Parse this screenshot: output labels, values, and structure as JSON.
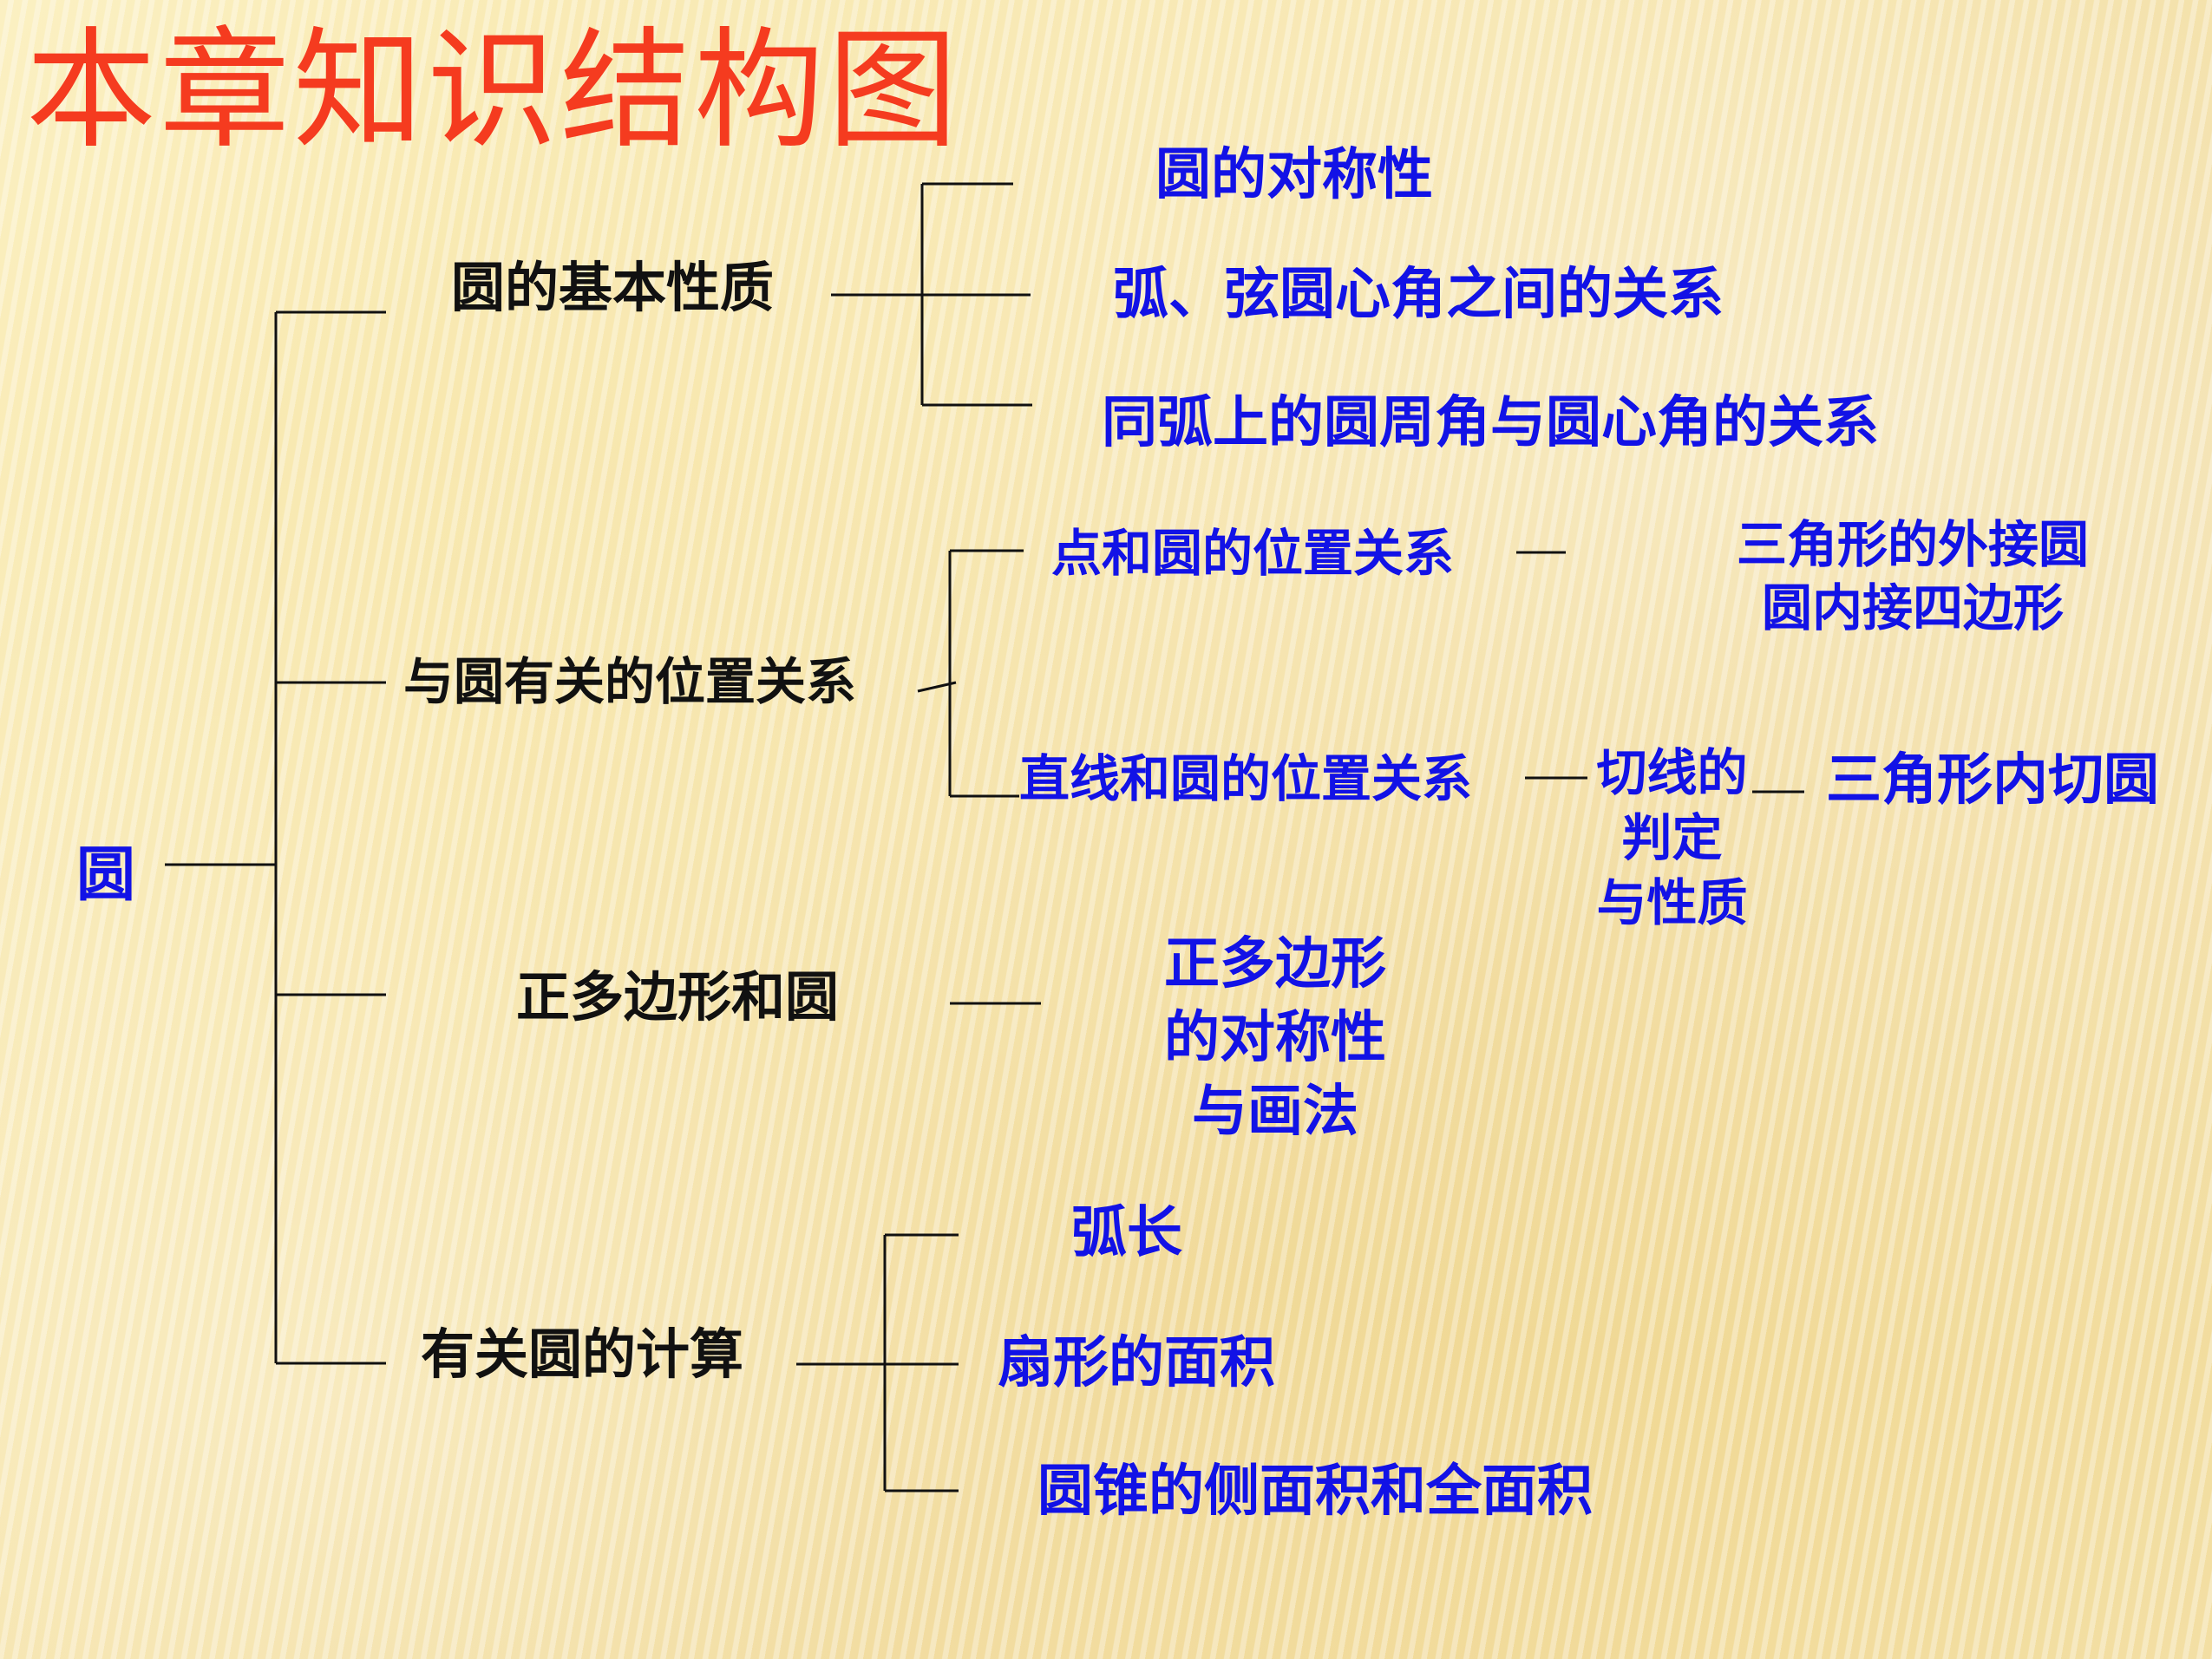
{
  "title": "本章知识结构图",
  "root": "圆",
  "basic": {
    "label": "圆的基本性质",
    "items": [
      "圆的对称性",
      "弧、弦圆心角之间的关系",
      "同弧上的圆周角与圆心角的关系"
    ]
  },
  "position": {
    "label": "与圆有关的位置关系",
    "point_circle": "点和圆的位置关系",
    "point_results": [
      "三角形的外接圆",
      "圆内接四边形"
    ],
    "line_circle": "直线和圆的位置关系",
    "tangent": [
      "切线的",
      "判定",
      "与性质"
    ],
    "incircle": "三角形内切圆"
  },
  "polygon": {
    "label": "正多边形和圆",
    "detail": [
      "正多边形",
      "的对称性",
      "与画法"
    ]
  },
  "calc": {
    "label": "有关圆的计算",
    "items": [
      "弧长",
      "扇形的面积",
      "圆锥的侧面积和全面积"
    ]
  },
  "colors": {
    "title": "#f53b1f",
    "blue_text": "#1212e6",
    "black_text": "#111111"
  }
}
